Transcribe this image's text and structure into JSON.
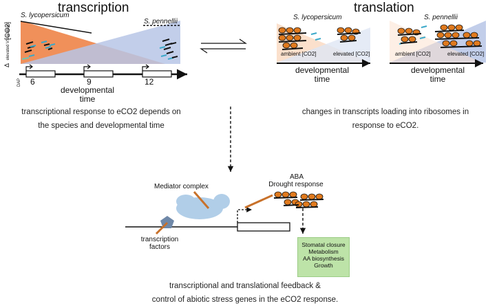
{
  "left_panel": {
    "title": "transcription",
    "species_a": "S. lycopersicum",
    "species_b": "S. pennellii",
    "y_axis_top": "Δ",
    "y_axis_sub": "elevated VS ambient",
    "y_axis_co2": "[CO2]",
    "dap_label": "DAP",
    "timepoints": [
      "6",
      "9",
      "12"
    ],
    "axis_label_1": "developmental",
    "axis_label_2": "time",
    "caption_1": "transcriptional response to eCO2 depends on",
    "caption_2": "the species and developmental time"
  },
  "right_panel": {
    "title": "translation",
    "species_a": "S. lycopersicum",
    "species_b": "S. pennellii",
    "ambient_label": "ambient [CO2]",
    "elevated_label": "elevated [CO2]",
    "axis_label_1": "developmental",
    "axis_label_2": "time",
    "caption_1": "changes in transcripts loading into ribosomes in",
    "caption_2": "response to eCO2."
  },
  "bottom_panel": {
    "mediator": "Mediator complex",
    "aba_1": "ABA",
    "aba_2": "Drought response",
    "tf_1": "transcription",
    "tf_2": "factors",
    "outcomes": [
      "Stomatal closure",
      "Metabolism",
      "AA biosynthesis",
      "Growth"
    ],
    "caption_1": "transcriptional and translational feedback &",
    "caption_2": "control of abiotic stress genes in the eCO2 response."
  },
  "colors": {
    "orange": "#f0905a",
    "blue": "#b7c6e6",
    "light_orange": "#fbe0cc",
    "ribosome": "#e07a1e",
    "mediator": "#a9c9e6",
    "tf": "#6f88a8",
    "arrow_orange": "#c8712a",
    "green_box": "#bde3a8"
  }
}
